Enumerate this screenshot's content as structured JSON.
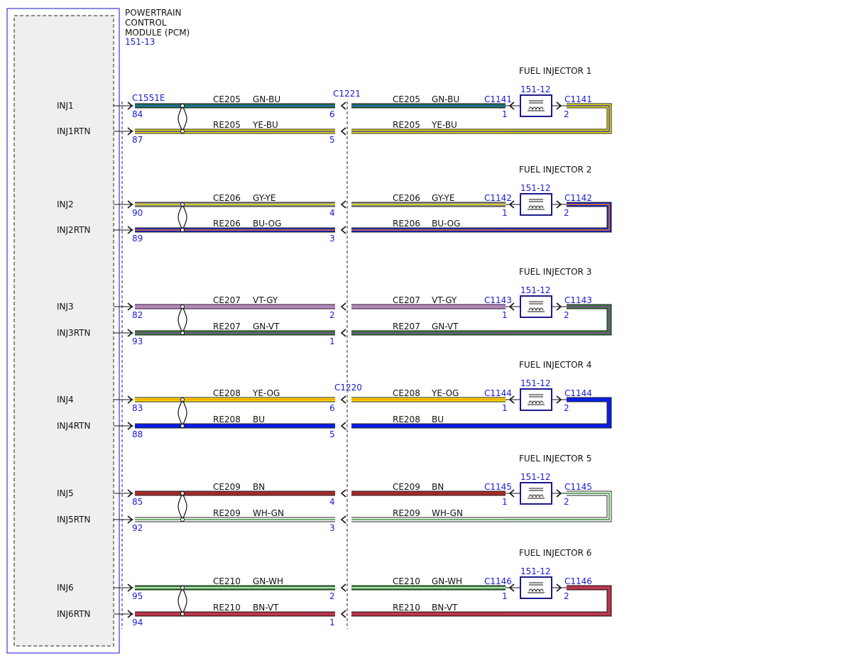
{
  "pcm": {
    "title_lines": [
      "POWERTRAIN",
      "CONTROL",
      "MODULE (PCM)"
    ],
    "ref": "151-13",
    "connector": "C1551E"
  },
  "inline_connectors": {
    "upper": "C1221",
    "lower": "C1220"
  },
  "injector_ref": "151-12",
  "colors": {
    "module_border": "#3a3ad8",
    "module_fill": "#efefef",
    "label_blue": "#1a1ad6",
    "GN-BU": [
      "#1f6b4a",
      "#2a6fc9"
    ],
    "YE-BU": [
      "#f2e600",
      "#2a2ad0"
    ],
    "GY-YE": [
      "#8e8e8e",
      "#f2e600"
    ],
    "BU-OG": [
      "#2020d0",
      "#f08a00"
    ],
    "VT-GY": [
      "#c77ed0",
      "#9a9a9a"
    ],
    "GN-VT": [
      "#2e7d32",
      "#9b3fb0"
    ],
    "YE-OG": [
      "#ffe600",
      "#f08a00"
    ],
    "BU": [
      "#0a1ee6",
      "#0a1ee6"
    ],
    "BN": [
      "#a52a2a",
      "#a52a2a"
    ],
    "WH-GN": [
      "#ffffff",
      "#2e8b2e"
    ],
    "GN-WH": [
      "#2e8b2e",
      "#ffffff"
    ],
    "BN-VT": [
      "#b02a2a",
      "#c0448a"
    ]
  },
  "circuits": [
    {
      "injector": "FUEL INJECTOR 1",
      "connector": "C1141",
      "inj": {
        "pin_label": "INJ1",
        "pcm_pin": "84",
        "circuit": "CE205",
        "color": "GN-BU",
        "inline_pin": "6"
      },
      "rtn": {
        "pin_label": "INJ1RTN",
        "pcm_pin": "87",
        "circuit": "RE205",
        "color": "YE-BU",
        "inline_pin": "5"
      }
    },
    {
      "injector": "FUEL INJECTOR 2",
      "connector": "C1142",
      "inj": {
        "pin_label": "INJ2",
        "pcm_pin": "90",
        "circuit": "CE206",
        "color": "GY-YE",
        "inline_pin": "4"
      },
      "rtn": {
        "pin_label": "INJ2RTN",
        "pcm_pin": "89",
        "circuit": "RE206",
        "color": "BU-OG",
        "inline_pin": "3"
      }
    },
    {
      "injector": "FUEL INJECTOR 3",
      "connector": "C1143",
      "inj": {
        "pin_label": "INJ3",
        "pcm_pin": "82",
        "circuit": "CE207",
        "color": "VT-GY",
        "inline_pin": "2"
      },
      "rtn": {
        "pin_label": "INJ3RTN",
        "pcm_pin": "93",
        "circuit": "RE207",
        "color": "GN-VT",
        "inline_pin": "1"
      }
    },
    {
      "injector": "FUEL INJECTOR 4",
      "connector": "C1144",
      "inj": {
        "pin_label": "INJ4",
        "pcm_pin": "83",
        "circuit": "CE208",
        "color": "YE-OG",
        "inline_pin": "6"
      },
      "rtn": {
        "pin_label": "INJ4RTN",
        "pcm_pin": "88",
        "circuit": "RE208",
        "color": "BU",
        "inline_pin": "5"
      }
    },
    {
      "injector": "FUEL INJECTOR 5",
      "connector": "C1145",
      "inj": {
        "pin_label": "INJ5",
        "pcm_pin": "85",
        "circuit": "CE209",
        "color": "BN",
        "inline_pin": "4"
      },
      "rtn": {
        "pin_label": "INJ5RTN",
        "pcm_pin": "92",
        "circuit": "RE209",
        "color": "WH-GN",
        "inline_pin": "3"
      }
    },
    {
      "injector": "FUEL INJECTOR 6",
      "connector": "C1146",
      "inj": {
        "pin_label": "INJ6",
        "pcm_pin": "95",
        "circuit": "CE210",
        "color": "GN-WH",
        "inline_pin": "2"
      },
      "rtn": {
        "pin_label": "INJ6RTN",
        "pcm_pin": "94",
        "circuit": "RE210",
        "color": "BN-VT",
        "inline_pin": "1"
      }
    }
  ],
  "injector_pins": [
    "1",
    "2"
  ]
}
